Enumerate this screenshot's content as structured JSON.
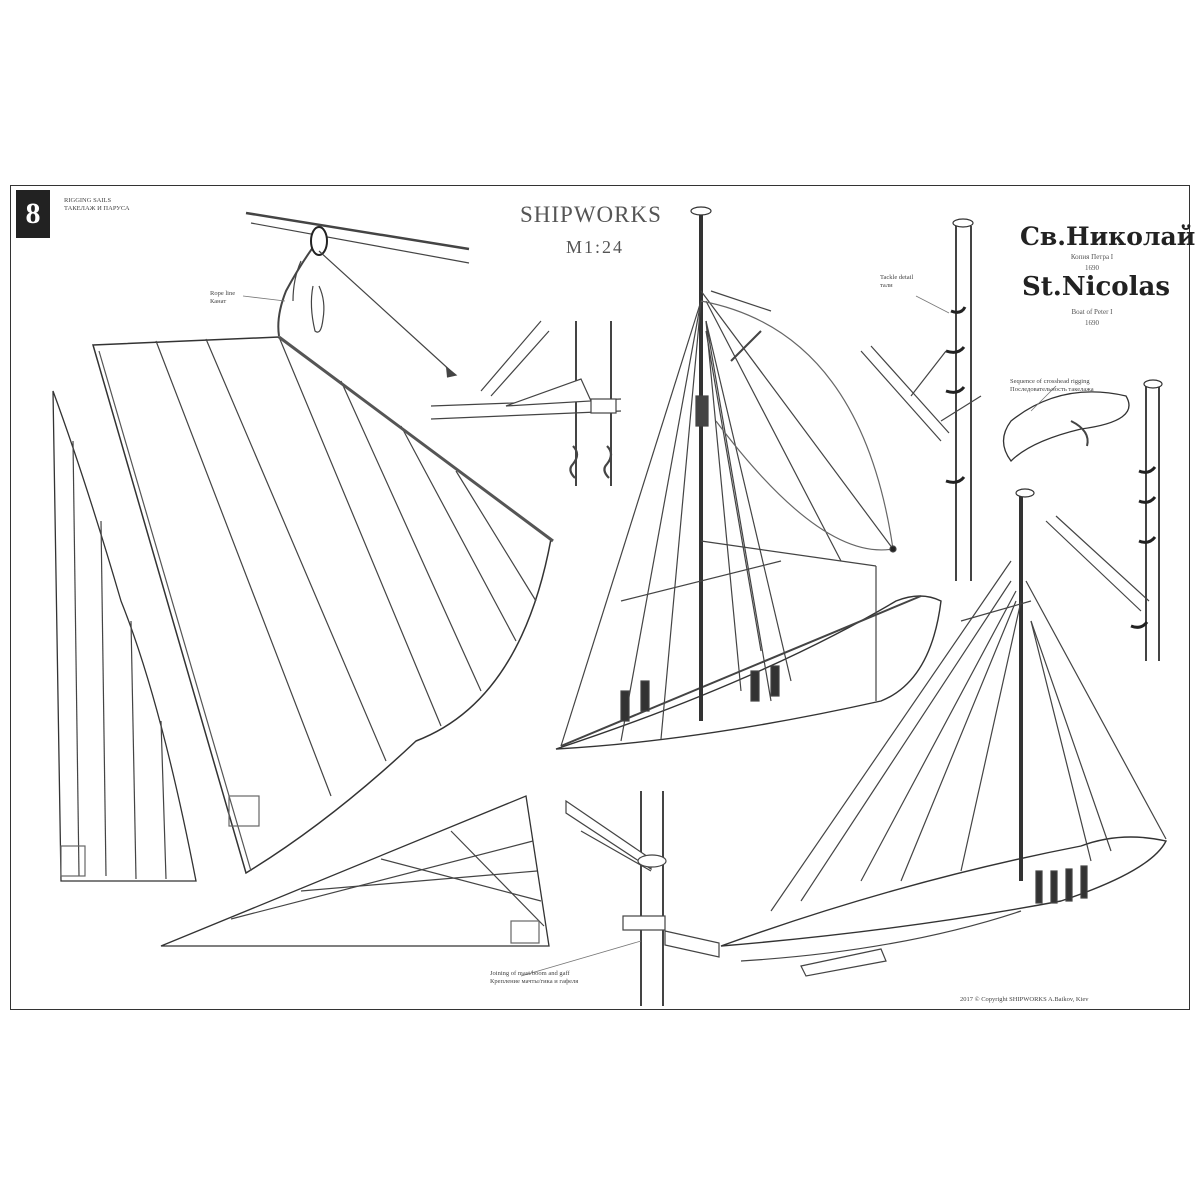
{
  "sheet": {
    "number": "8",
    "header_lines": [
      "RIGGING SAILS",
      "ТАКЕЛАЖ И ПАРУСА"
    ],
    "brand": "SHIPWORKS",
    "scale": "M1:24"
  },
  "title": {
    "russian": "Св.Николай",
    "russian_sub": [
      "Копия Петра I",
      "1690"
    ],
    "english": "St.Nicolas",
    "english_sub": [
      "Boat of Peter I",
      "1690"
    ]
  },
  "annotations": {
    "left_callout": [
      "Rope line",
      "Канат"
    ],
    "top_right_callout": [
      "Tackle detail",
      "тали"
    ],
    "right_callout": [
      "Sequence of crosshead rigging",
      "Последовательность такелажа"
    ],
    "bottom_callout": [
      "Joining of mast/boom and gaff",
      "Крепление мачты/гика и гафеля"
    ]
  },
  "footer": "2017 © Copyright SHIPWORKS A.Baikov, Kiev",
  "colors": {
    "ink": "#222222",
    "line": "#444444",
    "sail": "#ffffff",
    "frame": "#333333"
  }
}
